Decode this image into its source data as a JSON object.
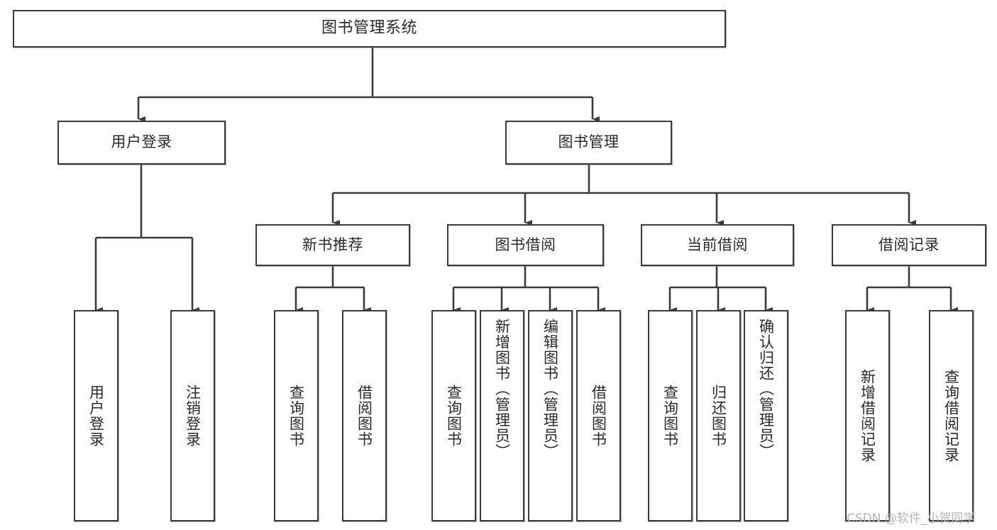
{
  "diagram": {
    "title": "图书管理系统",
    "type": "tree",
    "orientation": "top-down",
    "stroke_color": "#3b3b3b",
    "fill_color": "#ffffff",
    "text_color": "#2a2a2a",
    "nodes": {
      "root": {
        "label": "图书管理系统"
      },
      "level2": [
        {
          "id": "user-login",
          "label": "用户登录"
        },
        {
          "id": "book-management",
          "label": "图书管理"
        }
      ],
      "level3": [
        {
          "id": "new-book-recommend",
          "label": "新书推荐"
        },
        {
          "id": "book-borrow",
          "label": "图书借阅"
        },
        {
          "id": "current-borrow",
          "label": "当前借阅"
        },
        {
          "id": "borrow-record",
          "label": "借阅记录"
        }
      ],
      "leaves": [
        {
          "id": "leaf-user-login",
          "label": "用户登录",
          "parent": "user-login"
        },
        {
          "id": "leaf-logout-login",
          "label": "注销登录",
          "parent": "user-login"
        },
        {
          "id": "leaf-query-book-1",
          "label": "查询图书",
          "parent": "new-book-recommend"
        },
        {
          "id": "leaf-borrow-book-1",
          "label": "借阅图书",
          "parent": "new-book-recommend"
        },
        {
          "id": "leaf-query-book-2",
          "label": "查询图书",
          "parent": "book-borrow"
        },
        {
          "id": "leaf-add-book",
          "label": "新增图书（管理员）",
          "parent": "book-borrow"
        },
        {
          "id": "leaf-edit-book",
          "label": "编辑图书（管理员）",
          "parent": "book-borrow"
        },
        {
          "id": "leaf-borrow-book-2",
          "label": "借阅图书",
          "parent": "book-borrow"
        },
        {
          "id": "leaf-query-book-3",
          "label": "查询图书",
          "parent": "current-borrow"
        },
        {
          "id": "leaf-return-book",
          "label": "归还图书",
          "parent": "current-borrow"
        },
        {
          "id": "leaf-confirm-return",
          "label": "确认归还（管理员）",
          "parent": "current-borrow"
        },
        {
          "id": "leaf-add-record",
          "label": "新增借阅记录",
          "parent": "borrow-record"
        },
        {
          "id": "leaf-query-record",
          "label": "查询借阅记录",
          "parent": "borrow-record"
        }
      ]
    }
  },
  "watermark": {
    "text": "CSDN @软件_小贺同学"
  }
}
